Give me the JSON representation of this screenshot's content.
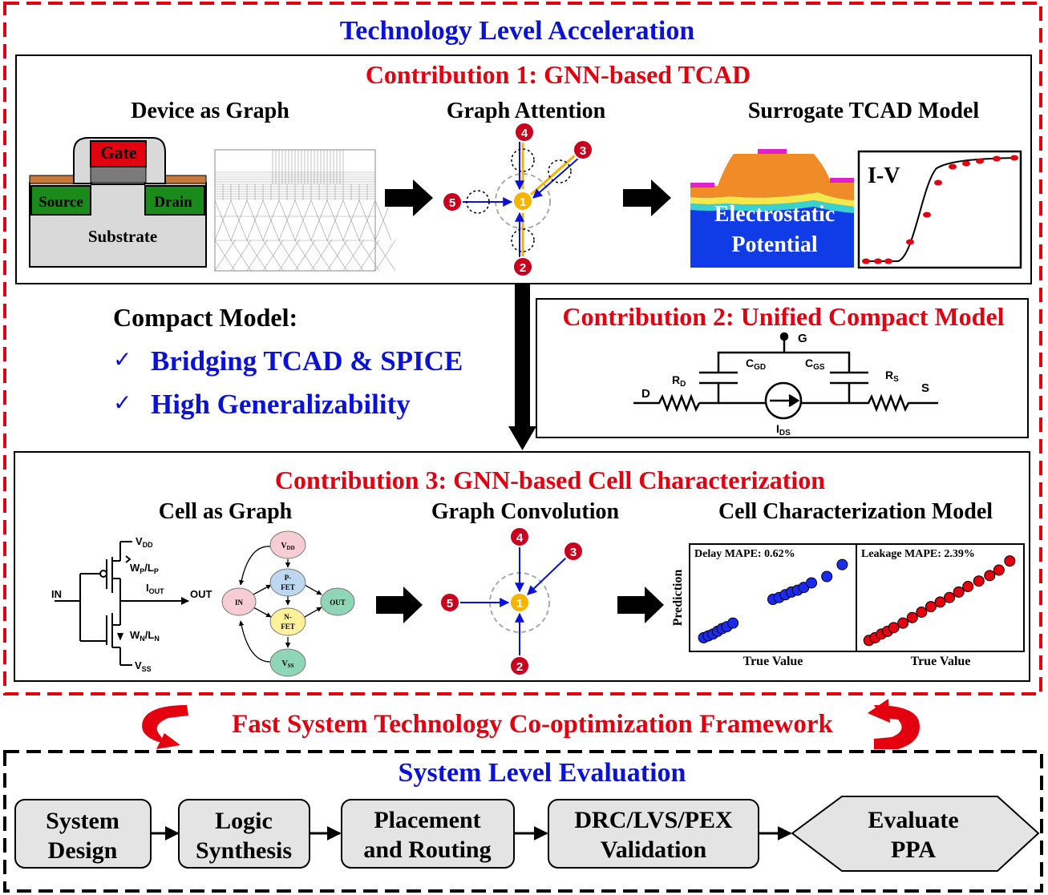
{
  "colors": {
    "red": "#e3000f",
    "blue": "#0a12d6",
    "gold": "#f5b400",
    "node_red": "#c8001e",
    "black": "#000000",
    "gray": "#e4e4e4"
  },
  "top": {
    "title": "Technology Level Acceleration",
    "c1": {
      "title": "Contribution 1: GNN-based TCAD",
      "sub1": "Device as Graph",
      "sub2": "Graph Attention",
      "sub3": "Surrogate TCAD Model",
      "gate": "Gate",
      "source": "Source",
      "drain": "Drain",
      "substrate": "Substrate",
      "ep1": "Electrostatic",
      "ep2": "Potential",
      "iv": "I-V",
      "nodes": [
        "1",
        "2",
        "3",
        "4",
        "5"
      ]
    },
    "compact": {
      "title": "Compact Model:",
      "check": "✓",
      "b1": "Bridging TCAD & SPICE",
      "b2": "High Generalizability"
    },
    "c2": {
      "title": "Contribution 2: Unified Compact Model",
      "G": "G",
      "D": "D",
      "S": "S",
      "RD": "R",
      "RD_sub": "D",
      "RS": "R",
      "RS_sub": "S",
      "CGD": "C",
      "CGD_sub": "GD",
      "CGS": "C",
      "CGS_sub": "GS",
      "IDS": "I",
      "IDS_sub": "DS"
    },
    "c3": {
      "title": "Contribution 3: GNN-based Cell Characterization",
      "sub1": "Cell as Graph",
      "sub2": "Graph Convolution",
      "sub3": "Cell Characterization Model",
      "vdd": "V",
      "vdd_sub": "DD",
      "vss": "V",
      "vss_sub": "SS",
      "wp": "W",
      "wp_sub": "P",
      "lp": "/L",
      "lp_sub": "P",
      "wn": "W",
      "wn_sub": "N",
      "ln": "/L",
      "ln_sub": "N",
      "iout": "I",
      "iout_sub": "OUT",
      "in": "IN",
      "out": "OUT",
      "g_in": "IN",
      "g_out": "OUT",
      "g_vdd": "V",
      "g_vdd_sub": "DD",
      "g_vss": "V",
      "g_vss_sub": "SS",
      "g_p1": "P-",
      "g_p2": "FET",
      "g_n1": "N-",
      "g_n2": "FET",
      "nodes": [
        "1",
        "2",
        "3",
        "4",
        "5"
      ],
      "delay": "Delay MAPE: 0.62%",
      "leak": "Leakage MAPE: 2.39%",
      "ylabel": "Prediction",
      "xlabel1": "True Value",
      "xlabel2": "True Value"
    }
  },
  "middle": {
    "title": "Fast System Technology Co-optimization Framework"
  },
  "bottom": {
    "title": "System Level Evaluation",
    "steps": [
      {
        "l1": "System",
        "l2": "Design"
      },
      {
        "l1": "Logic",
        "l2": "Synthesis"
      },
      {
        "l1": "Placement",
        "l2": "and Routing"
      },
      {
        "l1": "DRC/LVS/PEX",
        "l2": "Validation"
      },
      {
        "l1": "Evaluate",
        "l2": "PPA"
      }
    ]
  },
  "scatter": {
    "delay": [
      [
        0.05,
        0.08
      ],
      [
        0.08,
        0.1
      ],
      [
        0.11,
        0.12
      ],
      [
        0.14,
        0.15
      ],
      [
        0.17,
        0.18
      ],
      [
        0.2,
        0.2
      ],
      [
        0.24,
        0.24
      ],
      [
        0.5,
        0.5
      ],
      [
        0.54,
        0.52
      ],
      [
        0.58,
        0.55
      ],
      [
        0.62,
        0.58
      ],
      [
        0.66,
        0.6
      ],
      [
        0.7,
        0.63
      ],
      [
        0.75,
        0.68
      ],
      [
        0.85,
        0.75
      ],
      [
        0.95,
        0.88
      ]
    ],
    "leak": [
      [
        0.04,
        0.05
      ],
      [
        0.08,
        0.08
      ],
      [
        0.12,
        0.12
      ],
      [
        0.16,
        0.15
      ],
      [
        0.2,
        0.19
      ],
      [
        0.26,
        0.24
      ],
      [
        0.32,
        0.3
      ],
      [
        0.38,
        0.36
      ],
      [
        0.44,
        0.42
      ],
      [
        0.5,
        0.47
      ],
      [
        0.56,
        0.52
      ],
      [
        0.62,
        0.58
      ],
      [
        0.68,
        0.64
      ],
      [
        0.75,
        0.7
      ],
      [
        0.82,
        0.76
      ],
      [
        0.88,
        0.82
      ],
      [
        0.95,
        0.92
      ]
    ]
  }
}
